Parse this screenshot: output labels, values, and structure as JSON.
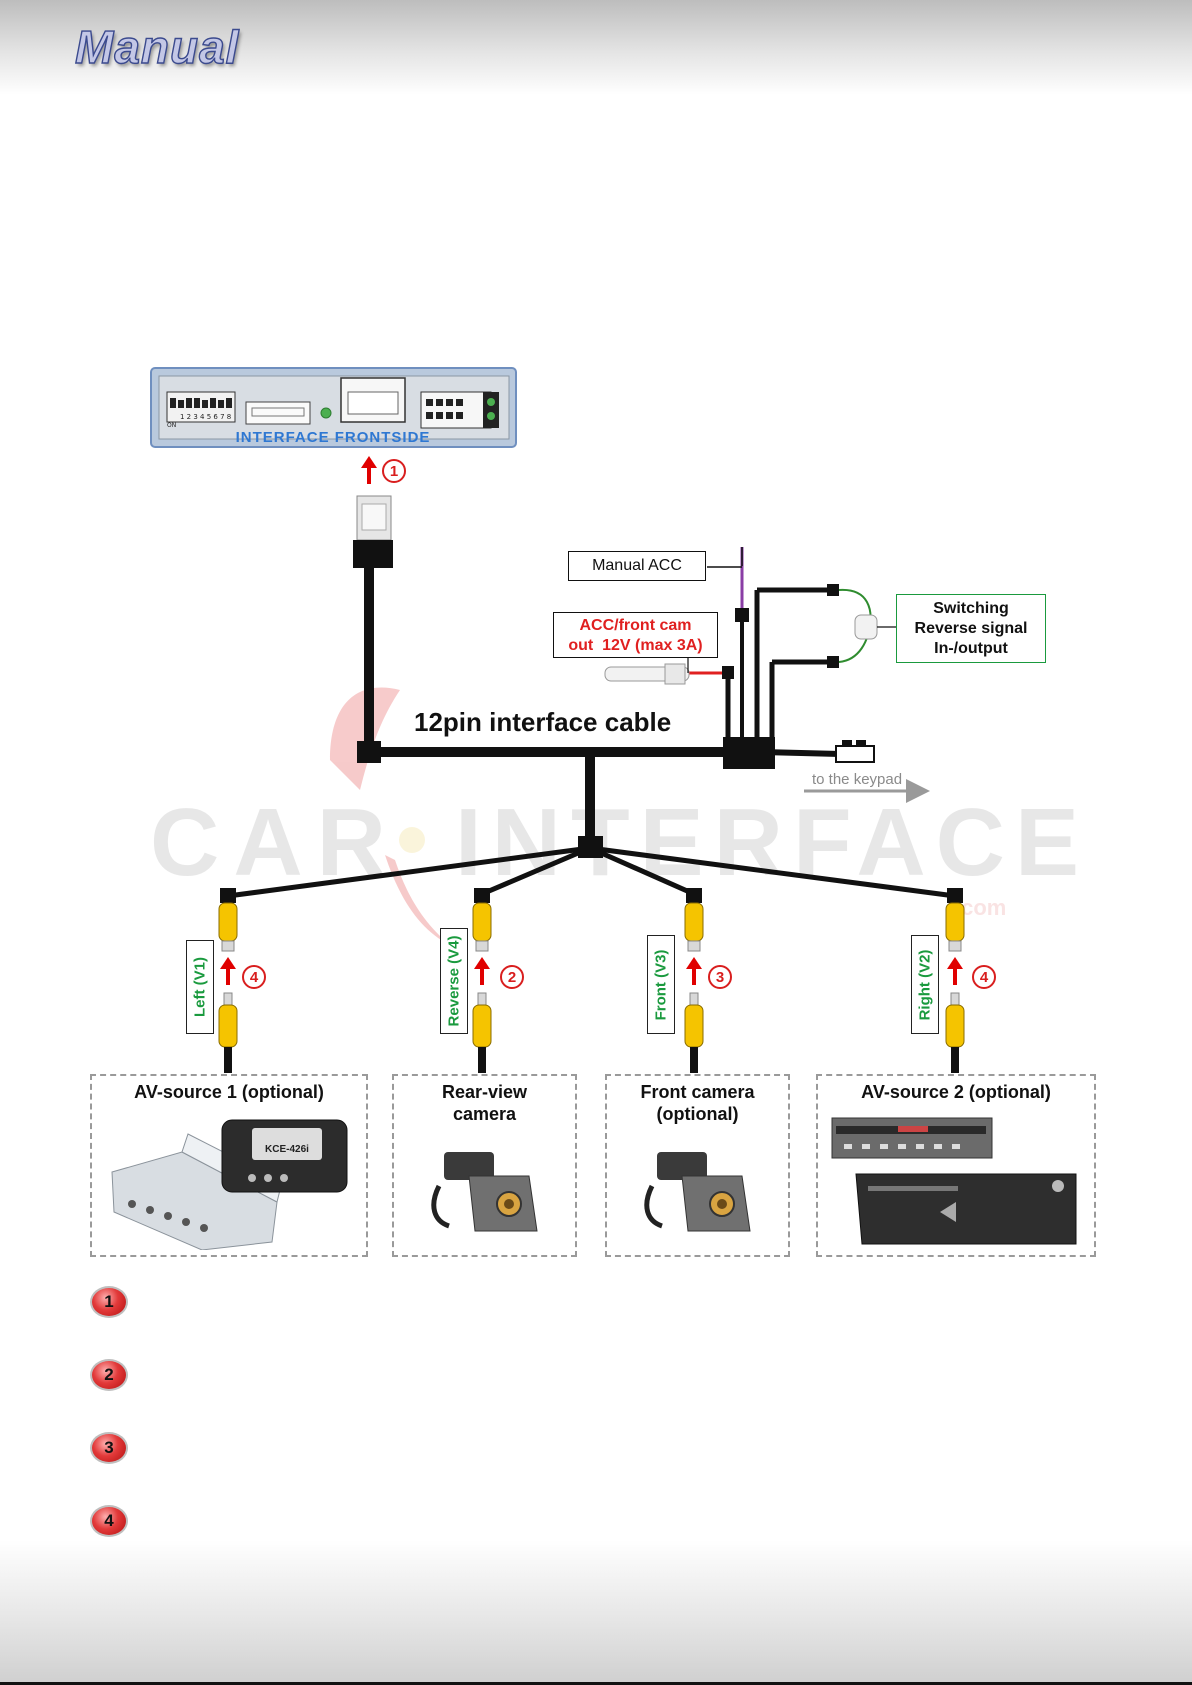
{
  "header": {
    "title": "Manual"
  },
  "interface": {
    "label": "INTERFACE FRONTSIDE",
    "dip_numbers": "1 2 3 4 5 6 7 8",
    "dip_on": "ON"
  },
  "cable": {
    "label": "12pin interface cable",
    "keypad_label": "to the keypad"
  },
  "boxes": {
    "manual_acc": "Manual ACC",
    "acc_out": [
      "ACC/front cam",
      "out  12V (max 3A)"
    ],
    "switching": [
      "Switching",
      "Reverse signal",
      "In-/output"
    ]
  },
  "inputs": [
    {
      "label": "Left (V1)",
      "callout": "4"
    },
    {
      "label": "Reverse (V4)",
      "callout": "2"
    },
    {
      "label": "Front  (V3)",
      "callout": "3"
    },
    {
      "label": "Right  (V2)",
      "callout": "4"
    }
  ],
  "callouts": {
    "interface": "1"
  },
  "devices": [
    {
      "title": "AV-source 1 (optional)",
      "image": "av-tv-tuner-and-kce-box"
    },
    {
      "title": [
        "Rear-view",
        "camera"
      ],
      "image": "rear-view-camera"
    },
    {
      "title": [
        "Front camera",
        "(optional)"
      ],
      "image": "front-camera"
    },
    {
      "title": "AV-source 2 (optional)",
      "image": "dvd-players"
    }
  ],
  "device_texts": {
    "kce_model": "KCE-426i"
  },
  "legend": [
    "1",
    "2",
    "3",
    "4"
  ],
  "watermark": {
    "text": "CAR INTERFACE",
    "suffix": ".com"
  },
  "colors": {
    "title_fill": "#c3c7e6",
    "title_outline": "#3b4a8e",
    "wire": "#111111",
    "acc_red": "#e02020",
    "switch_green": "#1a9a3e",
    "rca_yellow": "#f5c400",
    "arrow_red": "#e00000",
    "watermark_red": "#e05050"
  }
}
